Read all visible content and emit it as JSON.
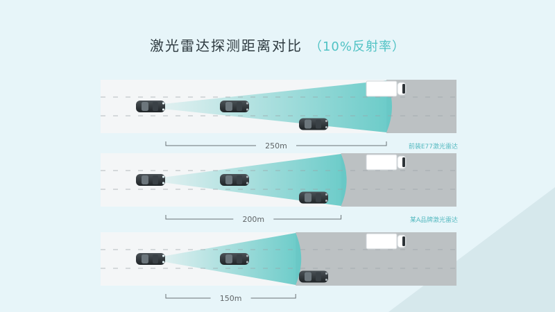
{
  "title": {
    "main": "激光雷达探测距离对比",
    "sub": "（10%反射率）"
  },
  "colors": {
    "background": "#e7f5f9",
    "road": "#f4f6f7",
    "road_far": "#bcc1c3",
    "beam": "#63c9c6",
    "range_text": "#5f6466",
    "label_text": "#55b9c0"
  },
  "comparisons": [
    {
      "distance_m": 250,
      "range_label": "250m",
      "lidar_label": "前装E77激光雷达"
    },
    {
      "distance_m": 200,
      "range_label": "200m",
      "lidar_label": "某A品牌激光雷达"
    },
    {
      "distance_m": 150,
      "range_label": "150m",
      "lidar_label": ""
    }
  ]
}
